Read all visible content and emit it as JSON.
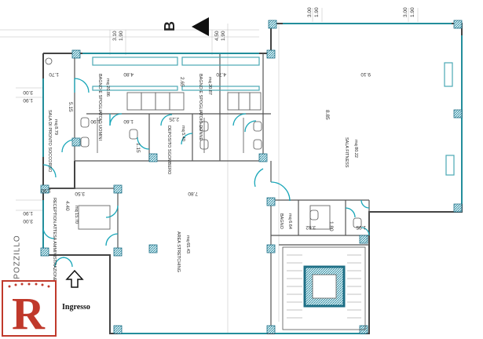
{
  "compass_letter": "B",
  "street": "POZZILLO",
  "entrance": "Ingresso",
  "logo_letter": "R",
  "rooms": {
    "sala_soccorso": {
      "name": "SALA DI PRONTO SOCCORSO",
      "area": "mq 8.79"
    },
    "reception": {
      "name": "RECEPTION ATTESA AMMINISTRAZIONE",
      "area": "mq 15.70"
    },
    "bagno_uomini": {
      "name": "BAGNO E SPOGLIATOIO UOMINI",
      "area": "mq 20.86"
    },
    "bagno_donne": {
      "name": "BAGNO E SPOGLIATOIO DONNE",
      "area": "mq 20.87"
    },
    "deposito": {
      "name": "DEPOSITO SGOMBERO",
      "area": "mq 5.40"
    },
    "stretching": {
      "name": "AREA STRETCHING",
      "area": "mq 65.43"
    },
    "fitness": {
      "name": "SALA FITNESS",
      "area": "mq 80.22"
    },
    "bagno": {
      "name": "BAGNO",
      "area": "mq 6.64"
    }
  },
  "dimensions": {
    "d_1_70": "1.70",
    "d_4_80": "4.80",
    "d_2_65": "2.65",
    "d_4_70": "4.70",
    "d_9_10": "9.10",
    "d_5_15": "5.15",
    "d_1_90_a": "1.90",
    "d_1_60": "1.60",
    "d_2_25": "2.25",
    "d_1_15": "1.15",
    "d_8_85": "8.85",
    "d_3_50": "3.50",
    "d_7_80": "7.80",
    "d_4_40": "4.40",
    "d_1_90_b": "1.90",
    "d_1_80": "1.80",
    "d_3_62": "3.62",
    "d_1_95": "1.95",
    "t_3_10": "3.10",
    "t_1_90_a": "1.90",
    "t_4_50": "4.50",
    "t_1_90_b": "1.90",
    "t_3_00_a": "3.00",
    "t_1_90_c": "1.90",
    "t_3_00_b": "3.00",
    "t_1_90_d": "1.90",
    "l_3_00": "3.00",
    "l_1_90": "1.90",
    "l_3_00_b": "3.00",
    "l_1_90_b": "1.90"
  }
}
